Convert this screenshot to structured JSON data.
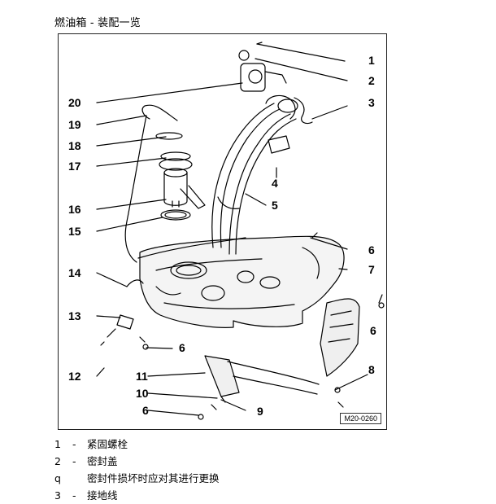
{
  "page": {
    "title": "燃油箱 - 装配一览"
  },
  "figure": {
    "code": "M20-0260",
    "callouts": [
      "1",
      "2",
      "3",
      "20",
      "19",
      "18",
      "17",
      "4",
      "5",
      "16",
      "15",
      "6",
      "7",
      "14",
      "6",
      "13",
      "6",
      "12",
      "11",
      "8",
      "10",
      "9",
      "6"
    ]
  },
  "legend": [
    {
      "num": "1",
      "sep": "-",
      "text": "紧固螺栓"
    },
    {
      "num": "2",
      "sep": "-",
      "text": "密封盖"
    },
    {
      "num": "q",
      "sep": "",
      "text": "密封件损坏时应对其进行更换"
    },
    {
      "num": "3",
      "sep": "-",
      "text": "接地线"
    }
  ],
  "colors": {
    "line": "#000000",
    "background": "#ffffff"
  }
}
